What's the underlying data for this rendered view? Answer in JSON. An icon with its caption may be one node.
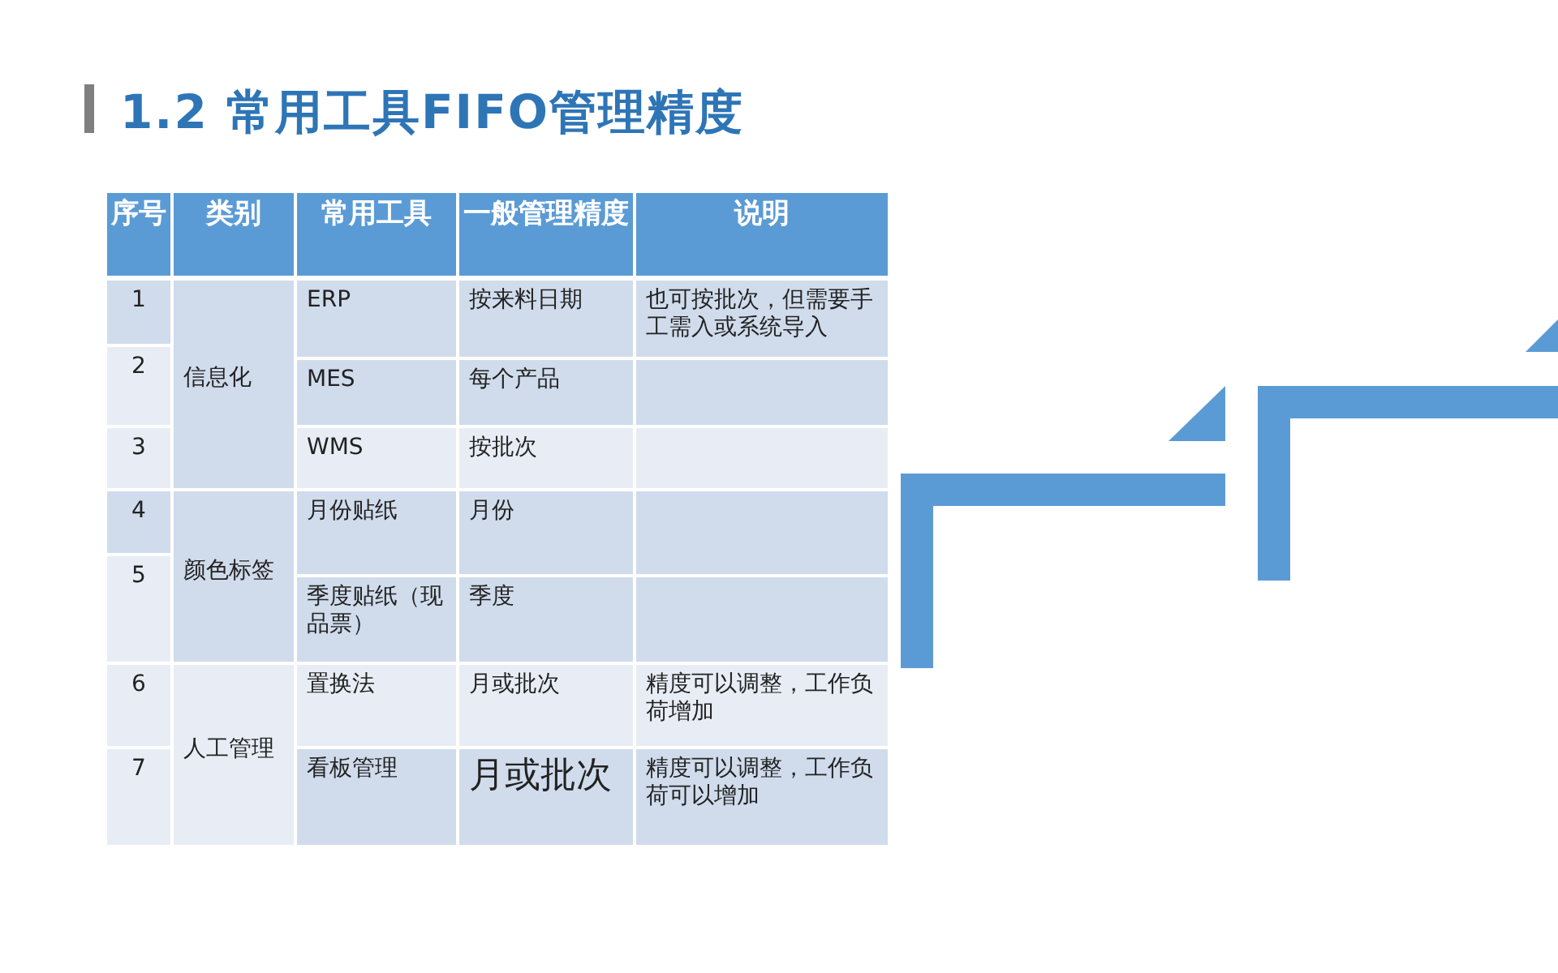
{
  "diagram": {
    "title": "1.2 常用工具FIFO管理精度",
    "labels": [
      "序号",
      "类别",
      "常用工具",
      "一般管理精度",
      "说明",
      "1",
      "信息化",
      "ERP",
      "按来料日期",
      "也可按批次，但需要手工需入或系统导入",
      "2",
      "MES",
      "每个产品",
      "3",
      "WMS",
      "按批次",
      "4",
      "颜色标签",
      "月份贴纸",
      "月份",
      "5",
      "季度贴纸（现品票）",
      "季度",
      "6",
      "人工管理",
      "置换法",
      "月或批次",
      "精度可以调整，工作负荷增加",
      "7",
      "看板管理",
      "月或批次",
      "精度可以调整，工作负荷可以增加"
    ]
  }
}
